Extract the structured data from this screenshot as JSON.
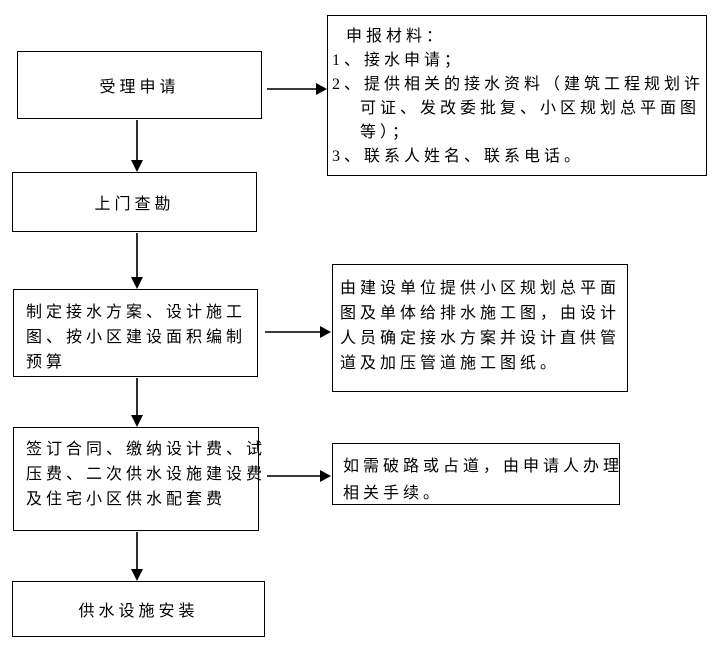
{
  "steps": {
    "accept": {
      "label": "受理申请"
    },
    "survey": {
      "label": "上门查勘"
    },
    "plan": {
      "lines": [
        "制定接水方案、设计施工",
        "图、按小区建设面积编制",
        "预算"
      ]
    },
    "contract": {
      "lines": [
        "签订合同、缴纳设计费、试",
        "压费、二次供水设施建设费",
        "及住宅小区供水配套费"
      ]
    },
    "install": {
      "label": "供水设施安装"
    }
  },
  "notes": {
    "materials": {
      "lines": [
        "申报材料：",
        "1、接水申请；",
        "2、提供相关的接水资料（建筑工程规划许",
        "可证、发改委批复、小区规划总平面图",
        "等）；",
        "3、联系人姓名、联系电话。"
      ]
    },
    "design": {
      "lines": [
        "由建设单位提供小区规划总平面",
        "图及单体给排水施工图，由设计",
        "人员确定接水方案并设计直供管",
        "道及加压管道施工图纸。"
      ]
    },
    "road": {
      "lines": [
        "如需破路或占道，由申请人办理",
        "相关手续。"
      ]
    }
  },
  "colors": {
    "background": "#ffffff",
    "border": "#000000",
    "text": "#000000",
    "arrow": "#303030"
  }
}
